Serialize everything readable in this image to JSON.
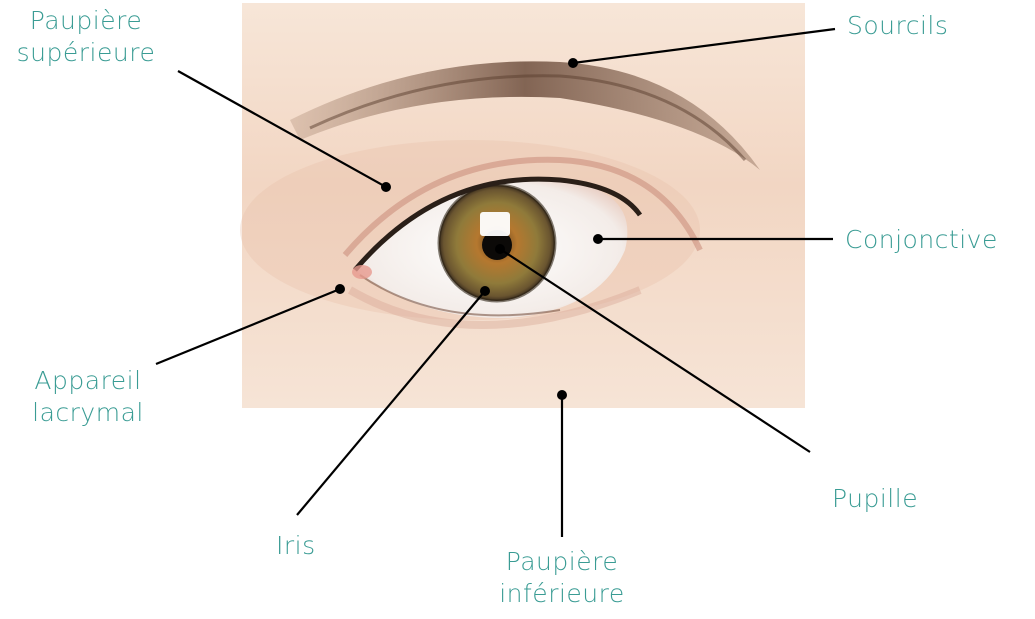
{
  "diagram": {
    "accent_color": "#3a9c94",
    "leader_color": "#000000",
    "photo_subject": "close-up of a human eye with brown-green iris",
    "labels": {
      "paupiere_superieure": [
        "Paupière",
        "supérieure"
      ],
      "sourcils": [
        "Sourcils"
      ],
      "conjonctive": [
        "Conjonctive"
      ],
      "appareil_lacrymal": [
        "Appareil",
        "lacrymal"
      ],
      "pupille": [
        "Pupille"
      ],
      "iris": [
        "Iris"
      ],
      "paupiere_inferieure": [
        "Paupière",
        "inférieure"
      ]
    }
  }
}
